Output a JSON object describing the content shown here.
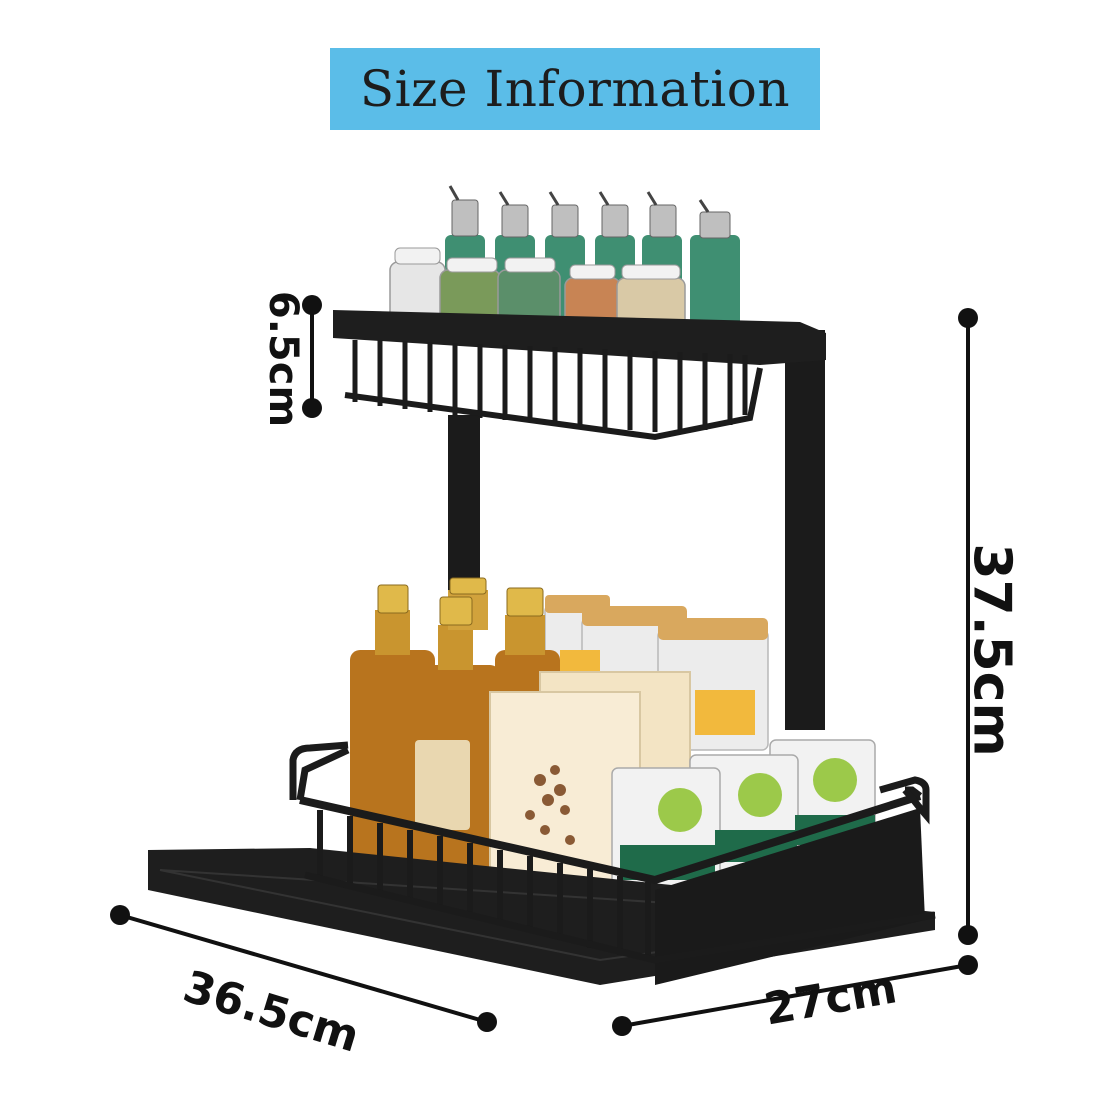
{
  "title": "Size Information",
  "dimensions": {
    "upper_basket_height": "6.5cm",
    "total_height": "37.5cm",
    "depth": "36.5cm",
    "width": "27cm"
  },
  "colors": {
    "title_background": "#5bbde8",
    "rack": "#1b1b1b",
    "dimension_lines": "#111111"
  }
}
